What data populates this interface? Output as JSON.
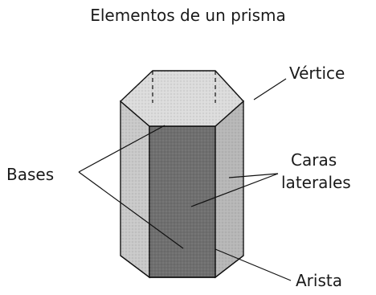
{
  "title": "Elementos de un prisma",
  "labels": {
    "vertice": "Vértice",
    "bases": "Bases",
    "caras_line1": "Caras",
    "caras_line2": "laterales",
    "arista": "Arista"
  },
  "colors": {
    "top_face": "#d6d6d6",
    "side_face": "#bcbcbc",
    "front_face": "#6f6f6f",
    "edge": "#111111"
  }
}
